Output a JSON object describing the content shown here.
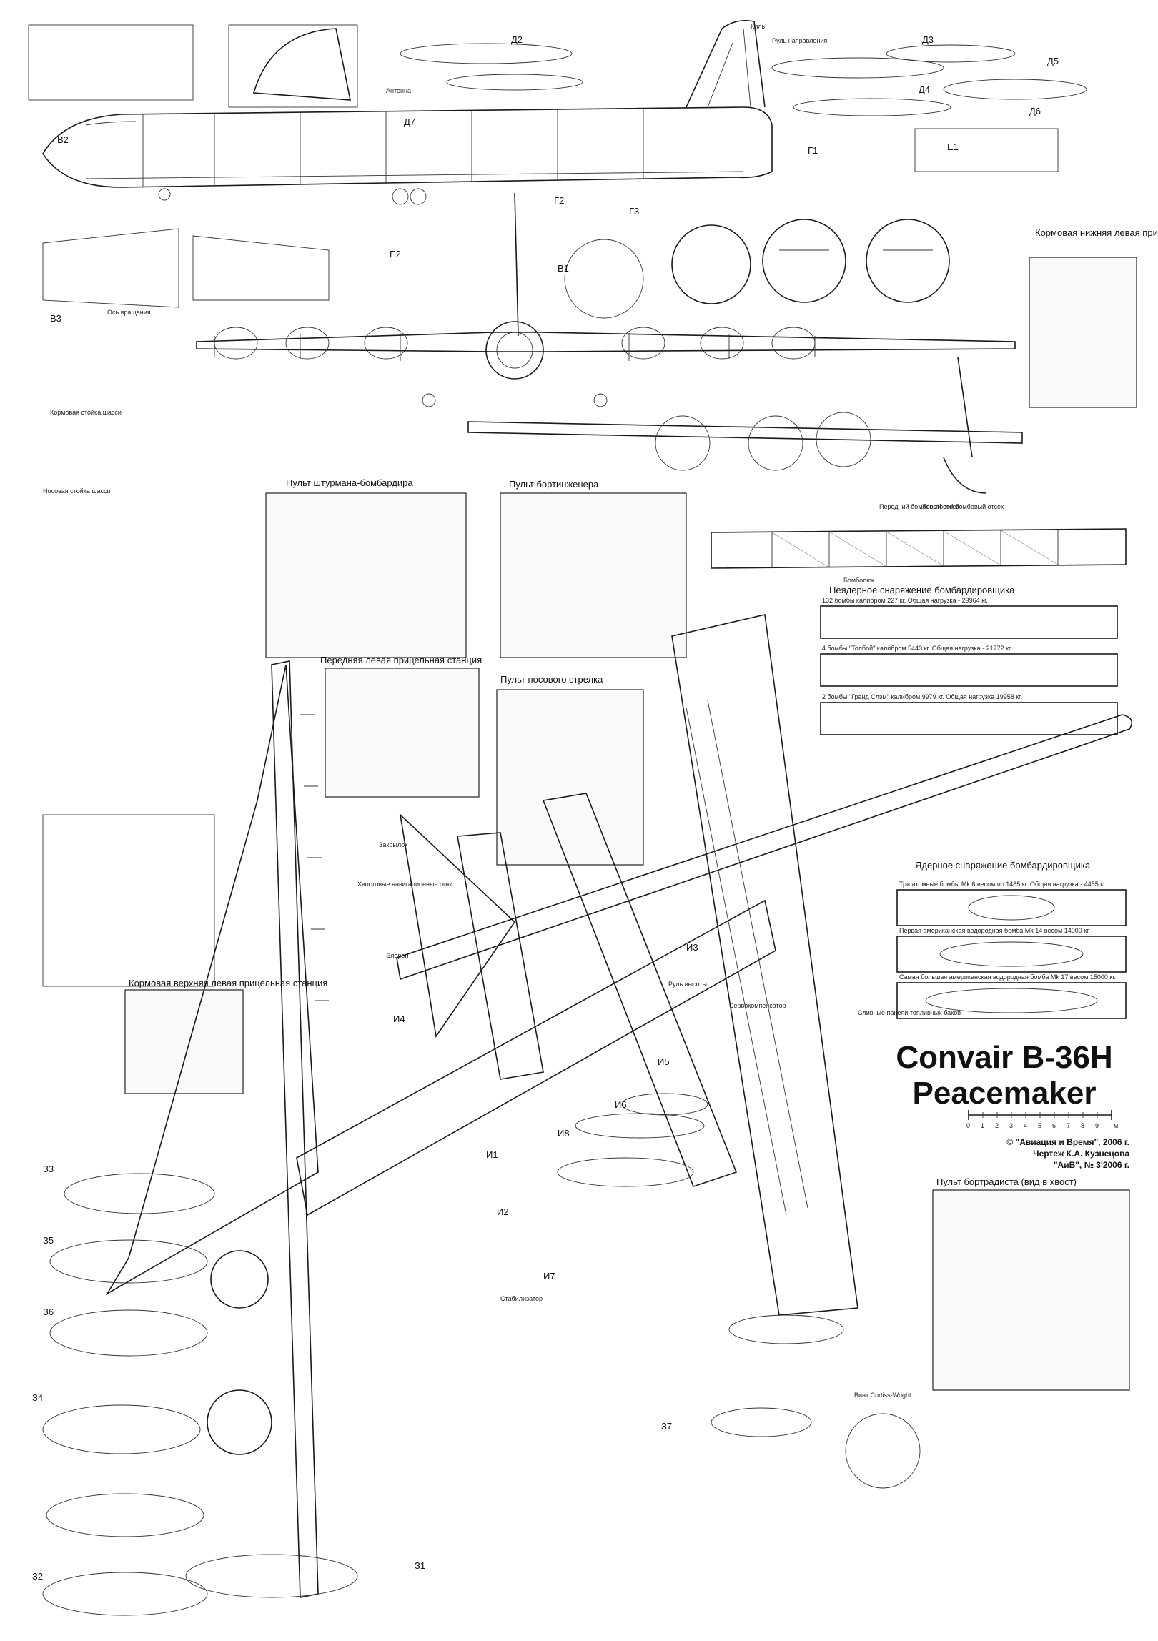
{
  "title": {
    "line1": "Convair B-36H",
    "line2": "Peacemaker"
  },
  "credits": [
    "© \"Авиация и Время\", 2006 г.",
    "Чертеж К.А. Кузнецова",
    "\"АиВ\", № 3'2006 г."
  ],
  "sections": {
    "navigator_panel": "Пульт штурмана-бомбардира",
    "flight_engineer_panel": "Пульт бортинженера",
    "nose_gunner_panel": "Пульт носового стрелка",
    "front_left_sight": "Передняя левая прицельная станция",
    "rear_lower_left_sight": "Кормовая нижняя левая прицельная станция",
    "rear_upper_left_sight": "Кормовая верхняя левая прицельная станция",
    "radio_operator_panel": "Пульт бортрадиста (вид в хвост)",
    "conventional_bombs": "Неядерное снаряжение бомбардировщика",
    "nuclear_bombs": "Ядерное снаряжение бомбардировщика"
  },
  "conventional_loads": [
    "132 бомбы калибром 227 кг. Общая нагрузка - 29964 кг.",
    "4 бомбы \"Толбой\" калибром 5443 кг. Общая нагрузка - 21772 кг.",
    "2 бомбы \"Гранд Слэм\" калибром 9979 кг. Общая нагрузка 19958 кг."
  ],
  "nuclear_loads": [
    "Три атомные бомбы Mk 6 весом по 1485 кг. Общая нагрузка - 4455 кг",
    "Первая американская водородная бомба Mk 14 весом 14000 кг.",
    "Самая большая американская водородная бомба Mk 17 весом 15000 кг."
  ],
  "section_letters": [
    "Д2",
    "Д3",
    "Д4",
    "Д5",
    "Д6",
    "Д7",
    "Е1",
    "Е2",
    "И1",
    "И2",
    "И3",
    "И4",
    "И5",
    "И6",
    "И7",
    "И8",
    "З1",
    "З2",
    "З3",
    "З4",
    "З5",
    "З6",
    "З7",
    "Г1",
    "Г2",
    "Г3",
    "В1",
    "В2",
    "В3"
  ],
  "labels": [
    "Кормовая стойка шасси",
    "Носовая стойка шасси",
    "Винт Curtiss-Wright",
    "Ось вращения",
    "Сервокомпенсатор",
    "Закрылок",
    "Элерон",
    "Стабилизатор",
    "Руль высоты",
    "Киль",
    "Руль направления",
    "Хвостовые навигационные огни",
    "Сливные панели топливных баков",
    "Передний бомбовый отсек",
    "Хвостовой бомбовый отсек",
    "Бомболюк",
    "Антенна"
  ],
  "scale_ticks": [
    "0",
    "1",
    "2",
    "3",
    "4",
    "5",
    "6",
    "7",
    "8",
    "9",
    "м"
  ]
}
